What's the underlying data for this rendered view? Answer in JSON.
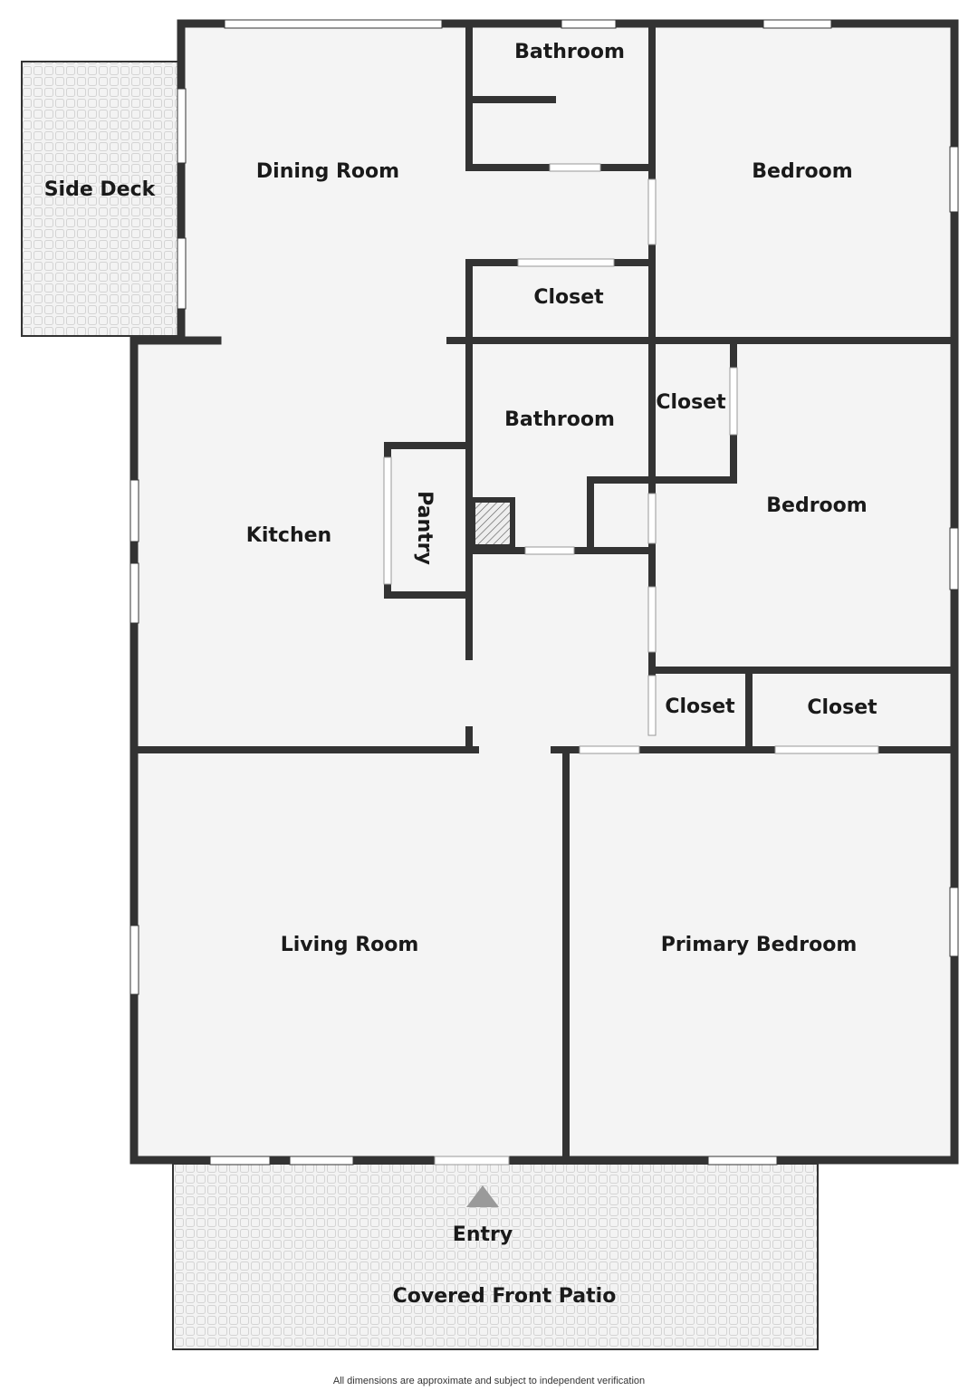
{
  "plan": {
    "rooms": {
      "dining_room": "Dining Room",
      "bathroom_upper": "Bathroom",
      "bedroom_upper": "Bedroom",
      "side_deck": "Side Deck",
      "closet_upper": "Closet",
      "bathroom_middle": "Bathroom",
      "closet_middle": "Closet",
      "bedroom_middle": "Bedroom",
      "kitchen": "Kitchen",
      "pantry": "Pantry",
      "closet_lower_left": "Closet",
      "closet_lower_right": "Closet",
      "living_room": "Living Room",
      "primary_bedroom": "Primary Bedroom",
      "entry": "Entry",
      "covered_front_patio": "Covered Front Patio"
    },
    "footer_note": "All dimensions are approximate and subject to independent verification",
    "colors": {
      "wall": "#333333",
      "floor": "#f4f4f4",
      "patio": "#f2f2f2",
      "window": "#ffffff",
      "entry_arrow": "#9a9a9a"
    }
  }
}
